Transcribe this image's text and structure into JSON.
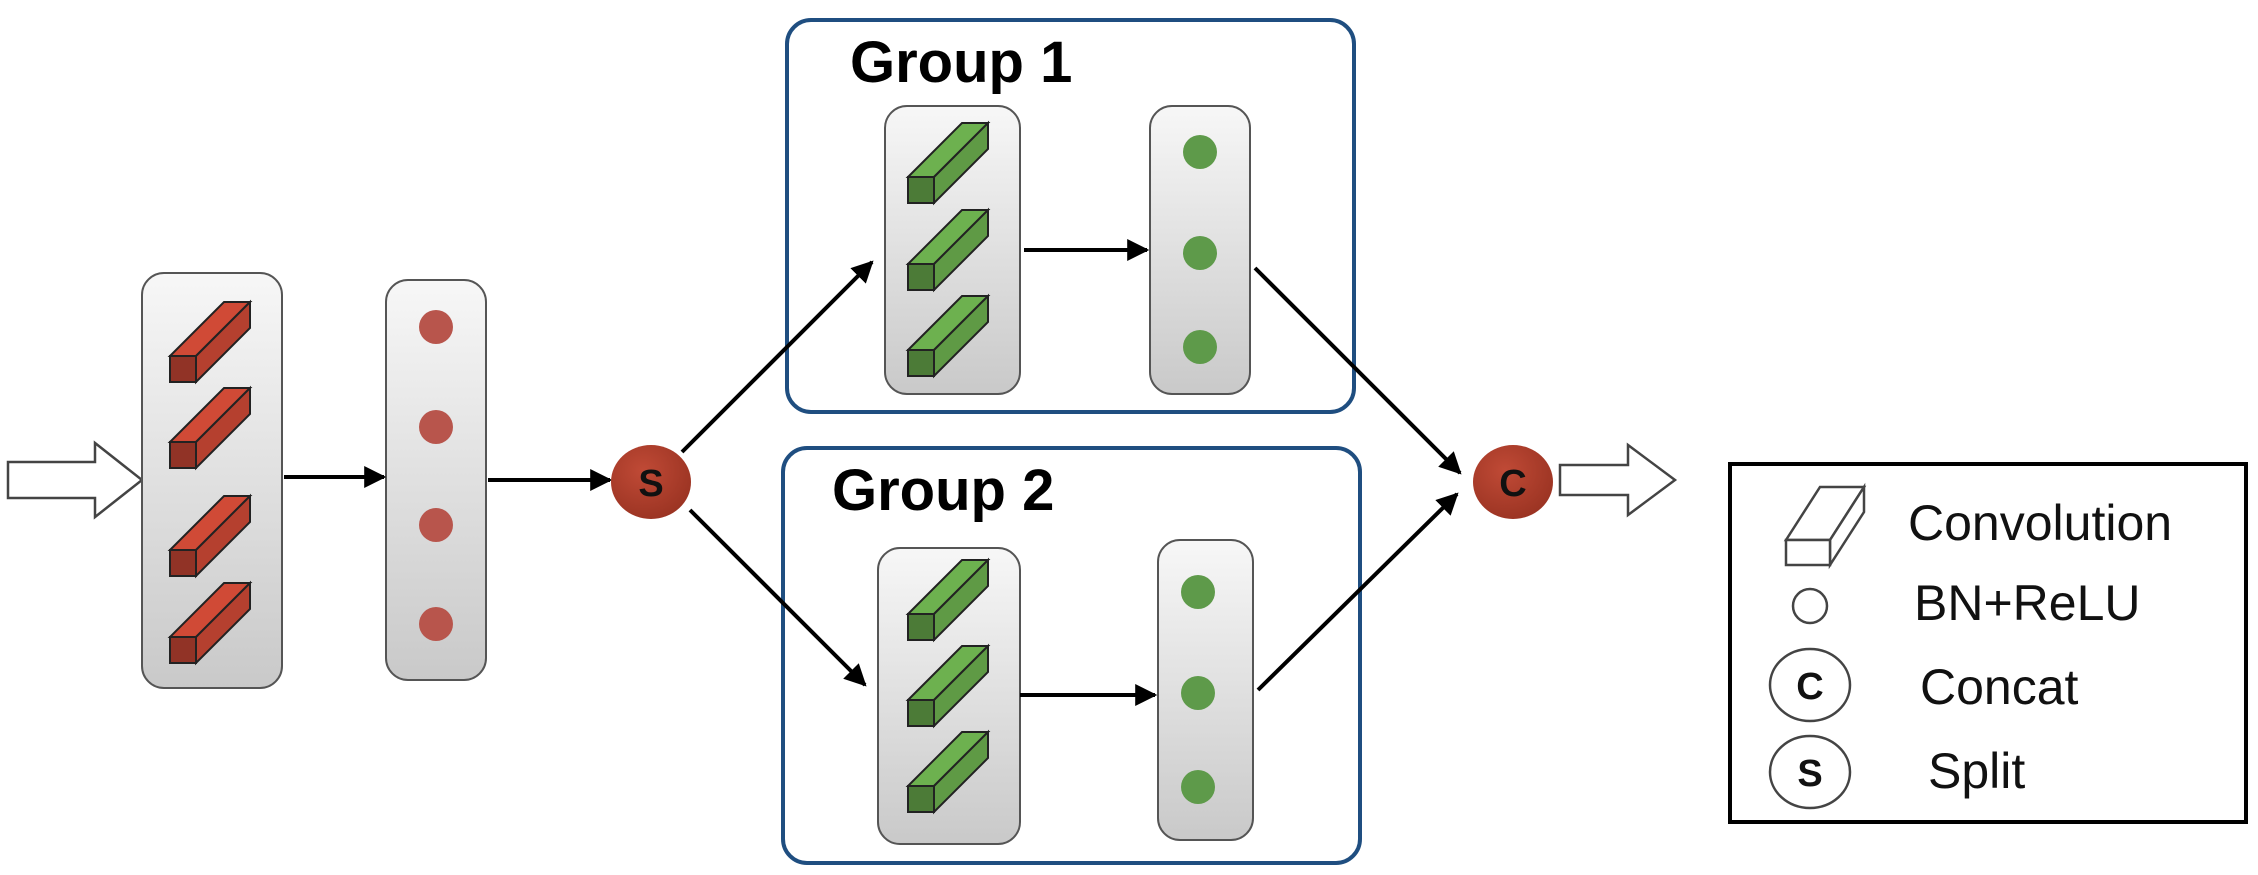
{
  "colors": {
    "conv_red": "#b5402f",
    "dot_red": "#b8554c",
    "conv_green": "#5f9a45",
    "dot_green": "#5e9a4a",
    "node_red": "#b0402d",
    "group_border": "#1f4e80"
  },
  "groups": [
    {
      "title": "Group 1"
    },
    {
      "title": "Group 2"
    }
  ],
  "nodes": {
    "split_letter": "S",
    "concat_letter": "C"
  },
  "legend": {
    "items": [
      {
        "icon": "convolution-icon",
        "label": "Convolution"
      },
      {
        "icon": "bn-relu-icon",
        "label": "BN+ReLU"
      },
      {
        "icon": "concat-icon",
        "letter": "C",
        "label": "Concat"
      },
      {
        "icon": "split-icon",
        "letter": "S",
        "label": "Split"
      }
    ]
  }
}
